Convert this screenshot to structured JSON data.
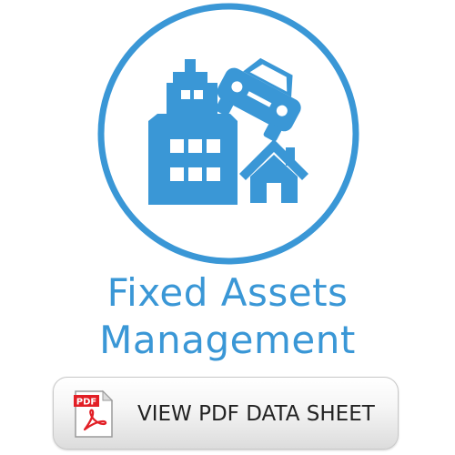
{
  "title": {
    "line1": "Fixed Assets",
    "line2": "Management"
  },
  "pdf_button": {
    "label": "VIEW PDF DATA SHEET",
    "badge": "PDF"
  },
  "colors": {
    "accent": "#3a97d6",
    "pdf_red": "#e21f26"
  },
  "icons": {
    "main": "fixed-assets-icon",
    "pdf": "pdf-file-icon"
  }
}
